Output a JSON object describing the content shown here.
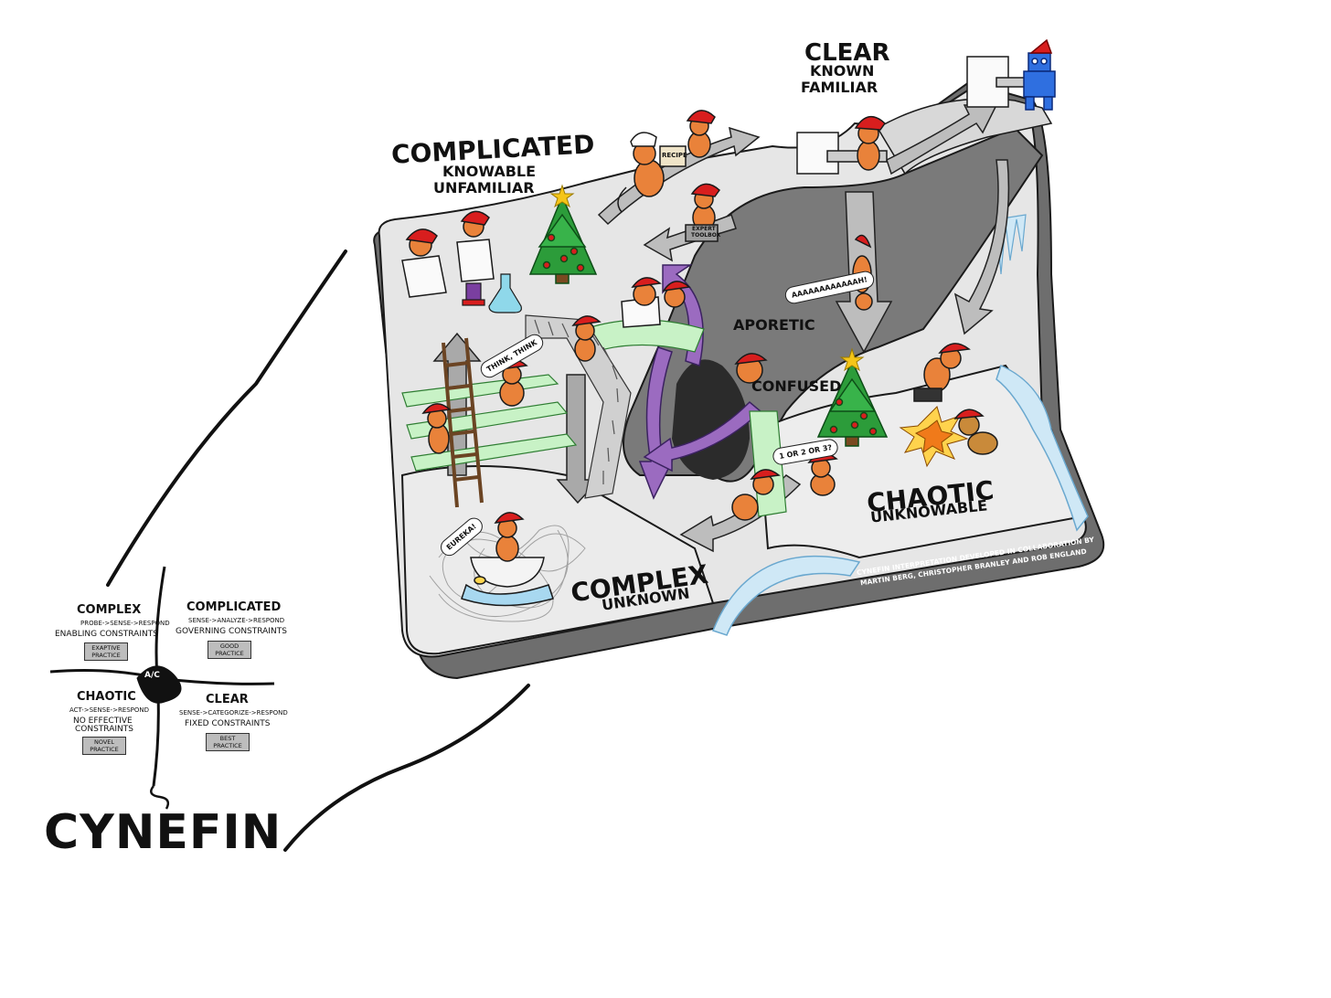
{
  "title": "CYNEFIN",
  "credit_line1": "CYNEFIN INTERPRETATION DEVELOPED IN COLLABORATION BY",
  "credit_line2": "MARTIN BERG, CHRISTOPHER BRANLEY AND ROB ENGLAND",
  "domains": {
    "clear": {
      "name": "CLEAR",
      "sub1": "KNOWN",
      "sub2": "FAMILIAR"
    },
    "complicated": {
      "name": "COMPLICATED",
      "sub1": "KNOWABLE",
      "sub2": "UNFAMILIAR"
    },
    "complex": {
      "name": "COMPLEX",
      "sub1": "UNKNOWN"
    },
    "chaotic": {
      "name": "CHAOTIC",
      "sub1": "UNKNOWABLE"
    }
  },
  "states": {
    "aporetic": "APORETIC",
    "confused": "CONFUSED"
  },
  "bubbles": {
    "think": "THINK, THINK",
    "eureka": "EUREKA!",
    "scream": "AAAAAAAAAAAAH!",
    "numbers": "1 OR 2 OR 3?"
  },
  "props": {
    "recipe": "RECIPE",
    "toolbox_1": "EXPERT",
    "toolbox_2": "TOOLBOX"
  },
  "mini": {
    "center": "A/C",
    "complex": {
      "title": "COMPLEX",
      "method": "PROBE->SENSE->RESPOND",
      "constraints": "ENABLING CONSTRAINTS",
      "practice_1": "EXAPTIVE",
      "practice_2": "PRACTICE"
    },
    "complicated": {
      "title": "COMPLICATED",
      "method": "SENSE->ANALYZE->RESPOND",
      "constraints": "GOVERNING CONSTRAINTS",
      "practice_1": "GOOD",
      "practice_2": "PRACTICE"
    },
    "chaotic": {
      "title": "CHAOTIC",
      "method": "ACT->SENSE->RESPOND",
      "constraints_1": "NO EFFECTIVE",
      "constraints_2": "CONSTRAINTS",
      "practice_1": "NOVEL",
      "practice_2": "PRACTICE"
    },
    "clear": {
      "title": "CLEAR",
      "method": "SENSE->CATEGORIZE->RESPOND",
      "constraints": "FIXED CONSTRAINTS",
      "practice_1": "BEST",
      "practice_2": "PRACTICE"
    }
  },
  "colors": {
    "board": "#e6e6e6",
    "board_edge": "#6e6e6e",
    "ravine": "#7a7a7a",
    "purple": "#9b6bc0",
    "green": "#c8f2c6",
    "ice": "#cfe8f6",
    "orange": "#e9823a",
    "hat": "#d81e1e",
    "tree": "#2c9c3a"
  }
}
